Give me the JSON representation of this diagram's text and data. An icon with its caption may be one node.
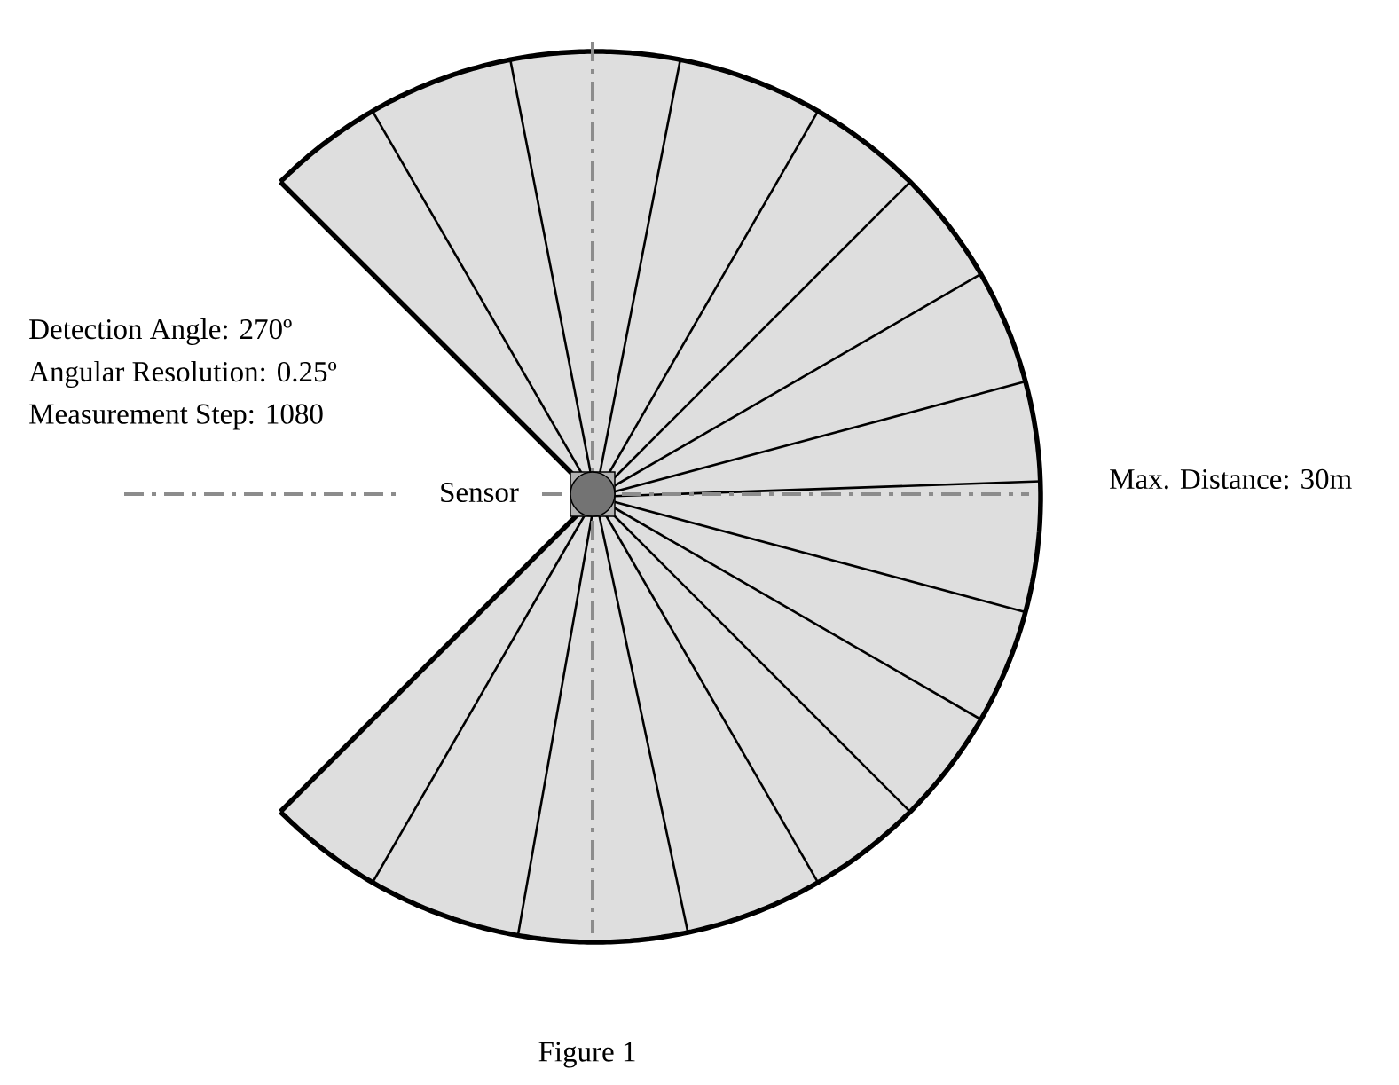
{
  "diagram": {
    "caption": "Figure 1",
    "labels": [
      "Detection Angle: 270º",
      "Angular Resolution: 0.25º",
      "Measurement Step: 1080",
      "Sensor",
      "Max. Distance: 30m"
    ]
  }
}
